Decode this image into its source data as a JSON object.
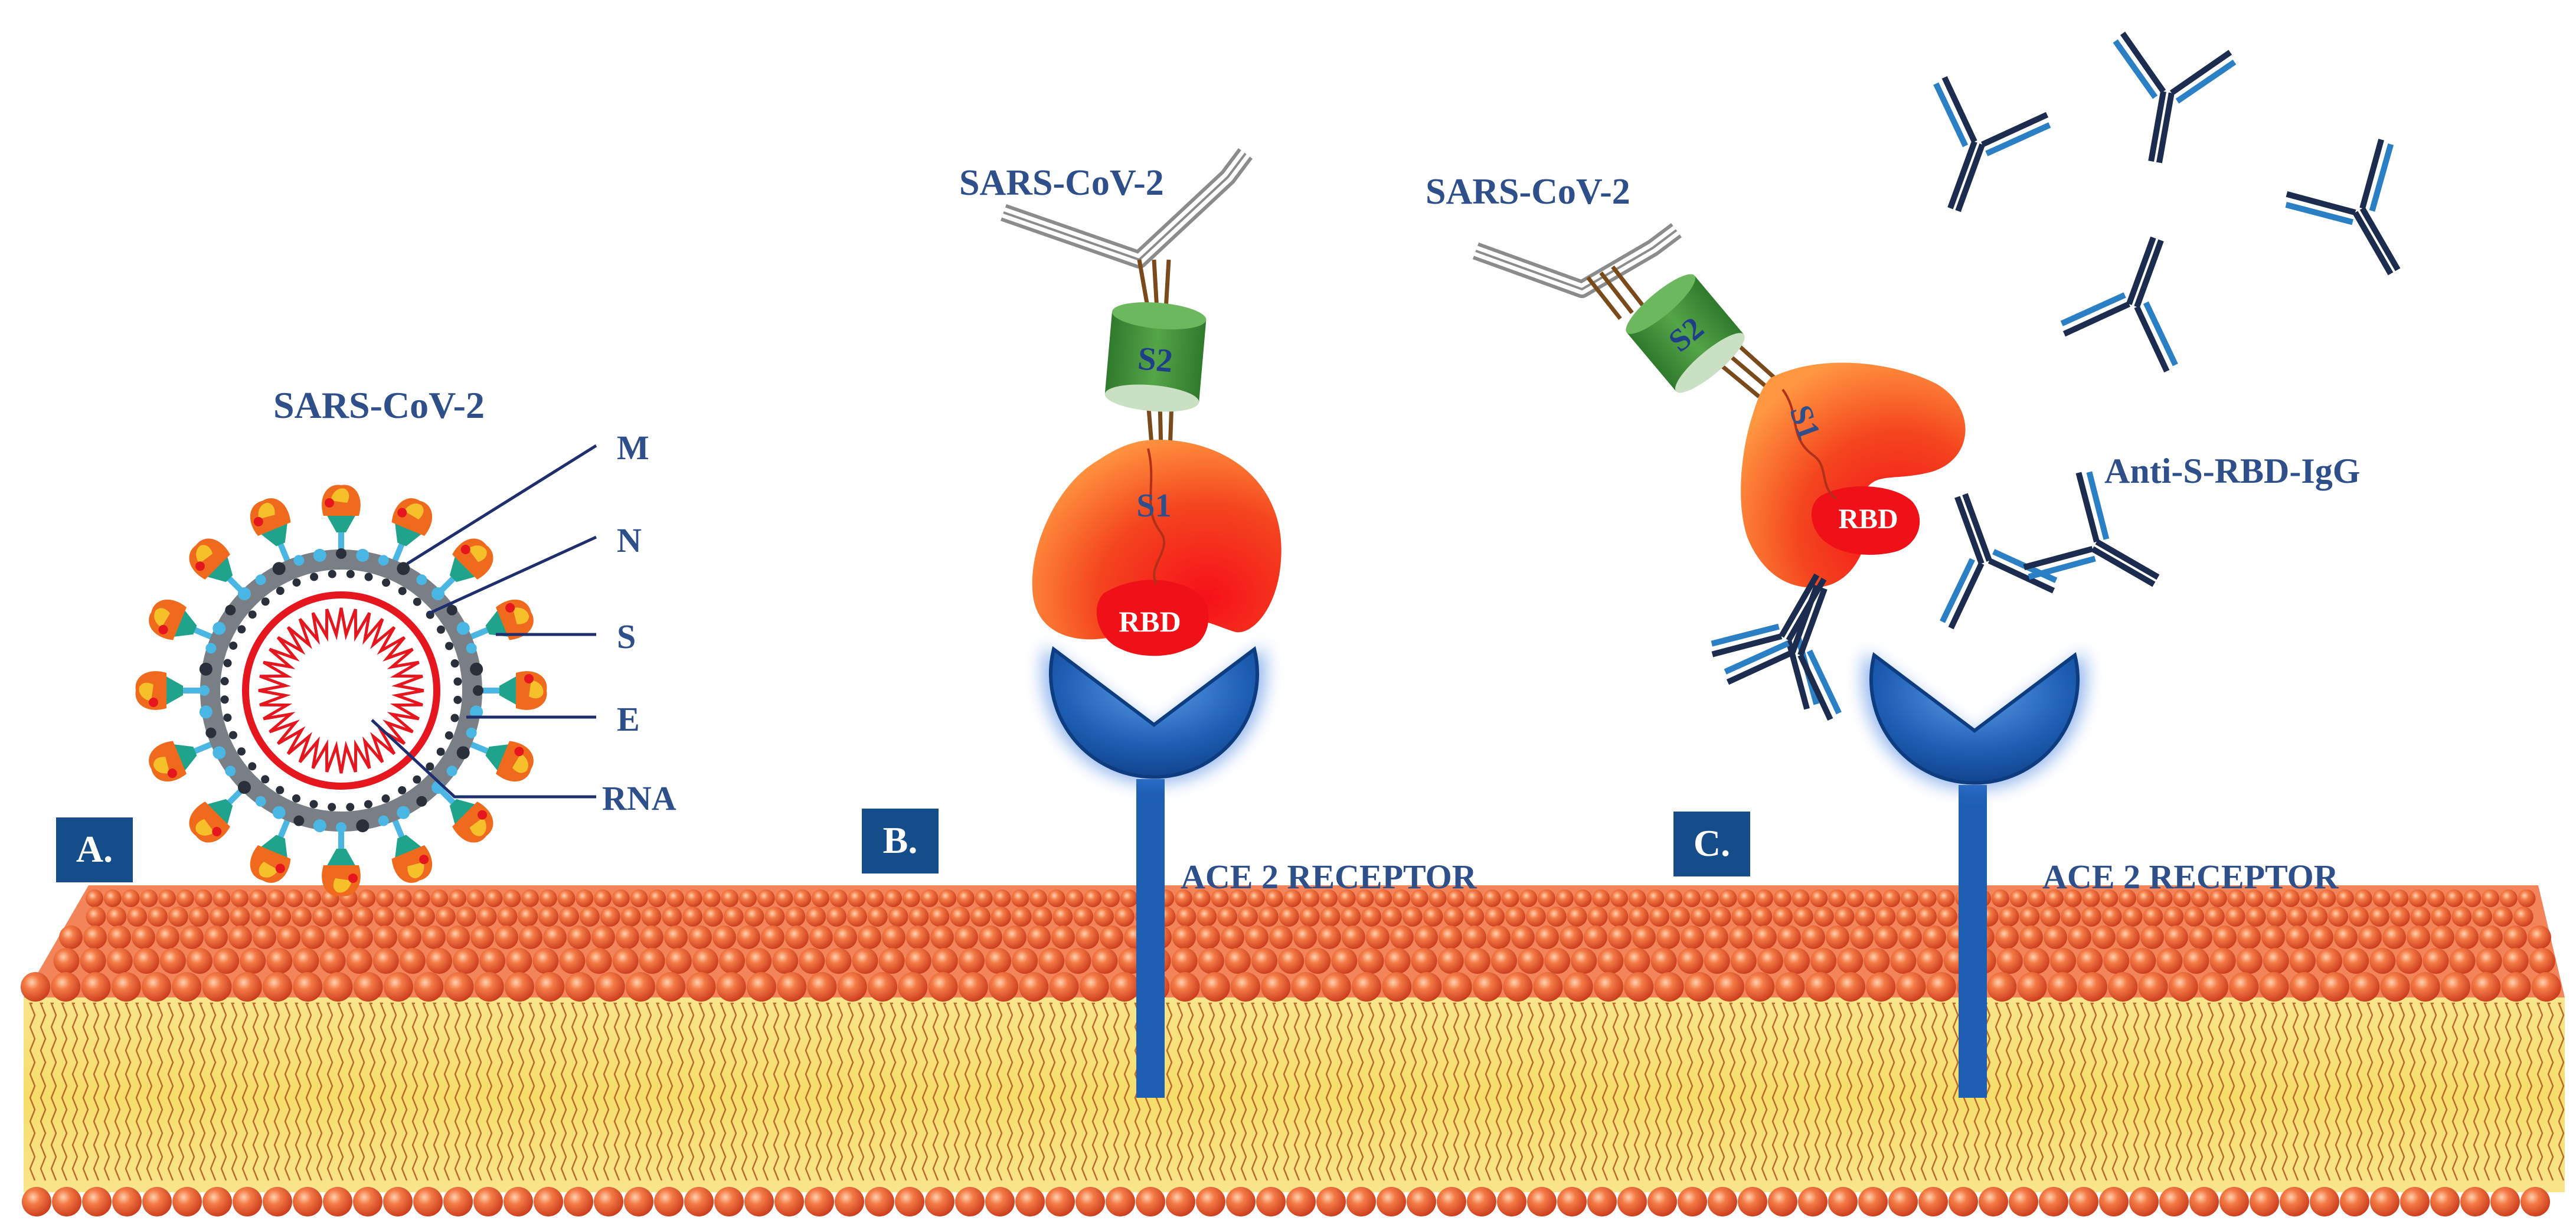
{
  "panels": [
    {
      "id": "A",
      "label": "A."
    },
    {
      "id": "B",
      "label": "B."
    },
    {
      "id": "C",
      "label": "C."
    }
  ],
  "virion": {
    "title": "SARS-CoV-2",
    "parts": [
      "M",
      "N",
      "S",
      "E",
      "RNA"
    ]
  },
  "spike": {
    "virus_label": "SARS-CoV-2",
    "s2": "S2",
    "s1": "S1",
    "rbd": "RBD"
  },
  "receptor": {
    "label": "ACE 2 RECEPTOR"
  },
  "antibody": {
    "label": "Anti-S-RBD-IgG"
  },
  "colors": {
    "label_blue": "#2E4F8A",
    "panel_blue": "#154D8B",
    "receptor_blue": "#1E5FB4",
    "spike_orange": "#F2541E",
    "s2_green": "#3E8E3A",
    "membrane_head": "#EE6A3A",
    "membrane_core": "#F7E27A",
    "antibody_dark": "#1B2C4F",
    "antibody_light": "#2B7FC4"
  }
}
